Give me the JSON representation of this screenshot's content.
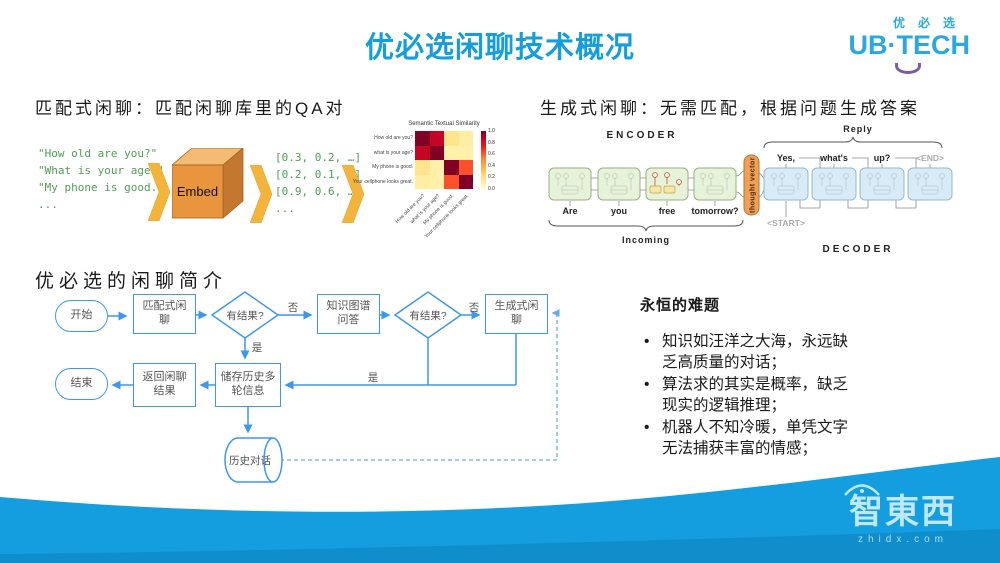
{
  "title": "优必选闲聊技术概况",
  "logo": {
    "cn": "优必选",
    "en": "UB·TECH"
  },
  "left_panel": {
    "heading": "匹配式闲聊：匹配闲聊库里的QA对",
    "quotes": [
      "\"How old are you?\"",
      "\"What is your age?\"",
      "\"My phone is good.\"",
      "..."
    ],
    "embed_label": "Embed",
    "vectors": [
      "[0.3, 0.2, …]",
      "[0.2, 0.1, …]",
      "[0.9, 0.6, …]",
      "..."
    ]
  },
  "chart_data": {
    "type": "heatmap",
    "title": "Semantic Textual Similarity",
    "categories": [
      "How old are you?",
      "what is your age?",
      "My phone is good.",
      "Your cellphone looks great."
    ],
    "values": [
      [
        1.0,
        0.85,
        0.18,
        0.12
      ],
      [
        0.85,
        1.0,
        0.1,
        0.1
      ],
      [
        0.18,
        0.1,
        1.0,
        0.62
      ],
      [
        0.12,
        0.1,
        0.62,
        1.0
      ]
    ],
    "colormap": "YlOrRd",
    "range": [
      0,
      1
    ],
    "colorbar_ticks": [
      "1.0",
      "0.8",
      "0.6",
      "0.4",
      "0.2",
      "0.0"
    ]
  },
  "right_panel": {
    "heading": "生成式闲聊：无需匹配，根据问题生成答案",
    "encoder_label": "ENCODER",
    "decoder_label": "DECODER",
    "incoming_label": "Incoming",
    "reply_label": "Reply",
    "thought_vector_label": "thought vector",
    "encoder_tokens": [
      "Are",
      "you",
      "free",
      "tomorrow?"
    ],
    "decoder_tokens": [
      "Yes,",
      "what's",
      "up?",
      "<END>"
    ],
    "start_token": "<START>"
  },
  "flowchart": {
    "heading": "优必选的闲聊简介",
    "nodes": {
      "start": "开始",
      "match": "匹配式闲聊",
      "q1": "有结果?",
      "kg": "知识图谱问答",
      "q2": "有结果?",
      "gen": "生成式闲聊",
      "store": "储存历史多轮信息",
      "ret": "返回闲聊结果",
      "end": "结束",
      "history": "历史对话"
    },
    "labels": {
      "no1": "否",
      "no2": "否",
      "yes1": "是",
      "yes2": "是"
    }
  },
  "notes": {
    "heading": "永恒的难题",
    "bullets": [
      "知识如汪洋之大海，永远缺乏高质量的对话；",
      "算法求的其实是概率，缺乏现实的逻辑推理；",
      "机器人不知冷暖，单凭文字无法捕获丰富的情感；"
    ]
  },
  "footer": {
    "brand": "智東西",
    "domain": "zhidx.com"
  },
  "colors": {
    "title_blue": "#149EDC",
    "logo_cyan": "#29A9E0",
    "smile_purple": "#7B5EA7",
    "heading_dark": "#1a1a1a",
    "code_green": "#4F9D55",
    "arrow_yellow": "#F4B43C",
    "cube_front": "#E8953E",
    "cube_top": "#F3BB74",
    "cube_side": "#C4782F",
    "flow_blue": "#3E97ED",
    "flow_dash": "#66ACF1",
    "encoder_fill": "#E7F3D8",
    "decoder_fill": "#D8ECF7",
    "thought_fill": "#F0A054",
    "footer_blue": "#159EDF",
    "footer_logo": "#BFE9FB"
  }
}
